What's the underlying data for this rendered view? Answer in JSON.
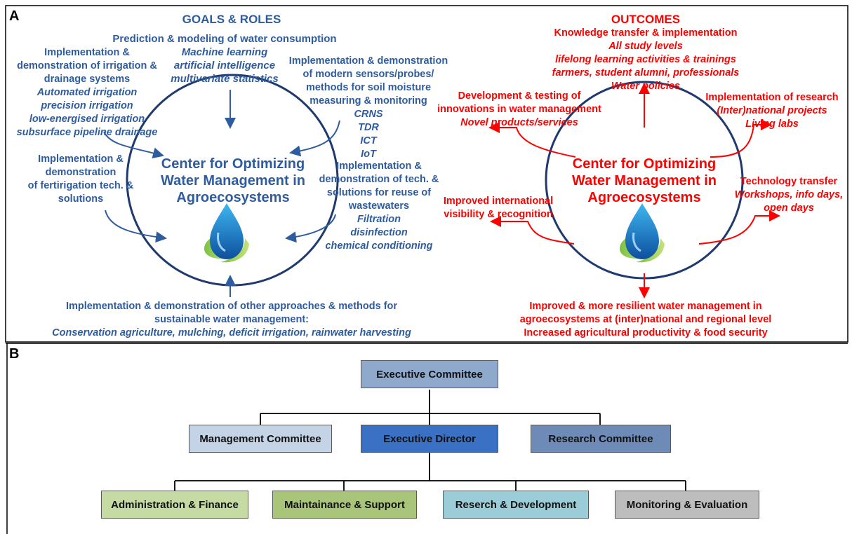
{
  "colors": {
    "blue": "#2E5C9E",
    "red": "#FF0000",
    "circle": "#1F3A6E"
  },
  "panel_a": {
    "letter": "A",
    "left": {
      "heading": "GOALS & ROLES",
      "center": [
        "Center for Optimizing",
        "Water Management in",
        "Agroecosystems"
      ],
      "prediction": {
        "title": "Prediction & modeling of water consumption",
        "items": [
          "Machine learning",
          "artificial intelligence",
          "multivariate statistics"
        ]
      },
      "irrigation": {
        "title": [
          "Implementation &",
          "demonstration of irrigation &",
          "drainage systems"
        ],
        "items": [
          "Automated irrigation",
          "precision irrigation",
          "low-energised irrigation",
          "subsurface pipeline drainage"
        ]
      },
      "sensors": {
        "title": [
          "Implementation & demonstration",
          "of modern sensors/probes/",
          "methods for soil moisture",
          "measuring & monitoring"
        ],
        "items": [
          "CRNS",
          "TDR",
          "ICT",
          "IoT"
        ]
      },
      "fertirigation": {
        "title": [
          "Implementation &",
          "demonstration",
          "of fertirigation tech. &",
          "solutions"
        ]
      },
      "reuse": {
        "title": [
          "Implementation &",
          "demonstration of tech. &",
          "solutions for reuse of",
          "wastewaters"
        ],
        "items": [
          "Filtration",
          "disinfection",
          "chemical conditioning"
        ]
      },
      "other": {
        "title": [
          "Implementation & demonstration of other approaches & methods for",
          "sustainable water management:"
        ],
        "items": [
          "Conservation agriculture, mulching, deficit irrigation, rainwater harvesting"
        ]
      }
    },
    "right": {
      "heading": "OUTCOMES",
      "center": [
        "Center for Optimizing",
        "Water Management in",
        "Agroecosystems"
      ],
      "knowledge": {
        "title": "Knowledge transfer & implementation",
        "items": [
          "All study levels",
          "lifelong learning activities & trainings",
          "farmers, student alumni, professionals",
          "Water policies"
        ]
      },
      "innovation": {
        "title": [
          "Development & testing of",
          "innovations in water management"
        ],
        "items": [
          "Novel products/services"
        ]
      },
      "research": {
        "title": "Implementation of research",
        "items": [
          "(Inter)national projects",
          "Living labs"
        ]
      },
      "technology": {
        "title": "Technology transfer",
        "items": [
          "Workshops, info days,",
          "open days"
        ]
      },
      "visibility": {
        "title": [
          "Improved international",
          "visibility & recognition"
        ]
      },
      "resilience": {
        "title": [
          "Improved & more resilient water management in",
          "agroecosystems at (inter)national and regional level",
          "Increased agricultural productivity & food security"
        ]
      }
    }
  },
  "panel_b": {
    "letter": "B",
    "executive_committee": "Executive Committee",
    "management_committee": "Management Committee",
    "executive_director": "Executive Director",
    "research_committee": "Research Committee",
    "units": [
      "Administration & Finance",
      "Maintainance & Support",
      "Reserch & Development",
      "Monitoring & Evaluation"
    ],
    "box_colors": {
      "executive_committee": "#8EA9CC",
      "management_committee": "#C5D3E6",
      "executive_director": "#3A71C5",
      "research_committee": "#6E8BB8",
      "units": [
        "#C5DBA3",
        "#A9C57A",
        "#9BCDD9",
        "#BDBDBD"
      ]
    }
  }
}
